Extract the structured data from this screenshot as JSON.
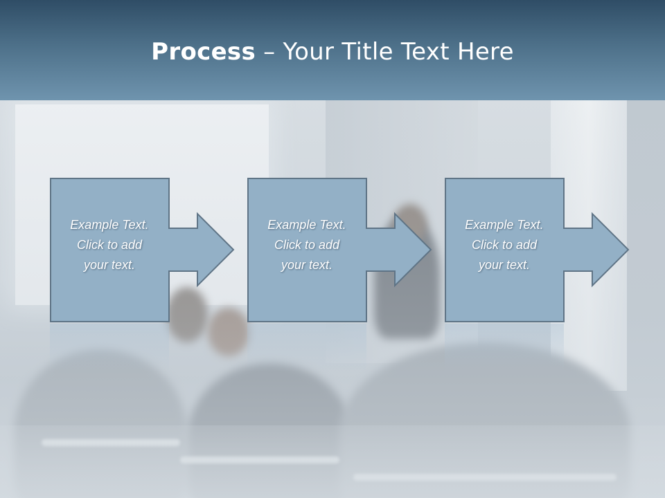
{
  "slide": {
    "title_bold": "Process",
    "title_rest": " – Your Title Text Here",
    "steps": [
      {
        "text": "Example Text.\nClick  to add\nyour text."
      },
      {
        "text": "Example Text.\nClick  to add\nyour text."
      },
      {
        "text": "Example Text.\nClick  to add\nyour text."
      }
    ]
  },
  "colors": {
    "title_bar": "#4d7089",
    "box_fill": "#93b0c6",
    "box_stroke": "#5f7486",
    "text": "#ffffff"
  }
}
